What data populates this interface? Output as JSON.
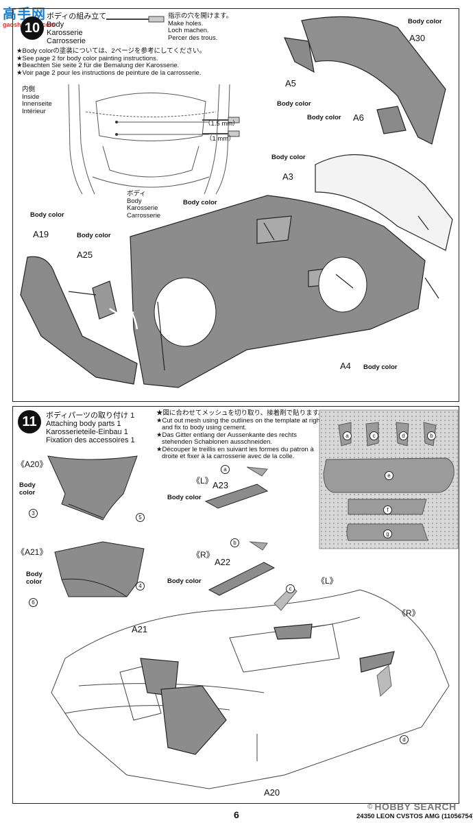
{
  "watermark_top": {
    "chars": "高手网",
    "sub": "gaoshouweb.com"
  },
  "step10": {
    "number": "10",
    "title_lines": [
      "ボディの組み立て",
      "Body",
      "Karosserie",
      "Carrosserie"
    ],
    "holes_lines": [
      "指示の穴を開けます。",
      "Make holes.",
      "Loch machen.",
      "Percer des trous."
    ],
    "notes": [
      "★Body colorの塗装については、2ページを参考にしてください。",
      "★See page 2 for body color painting instructions.",
      "★Beachten Sie seite 2 für die Bemalung der Karosserie.",
      "★Voir page 2 pour les instructions de peinture de la carrosserie."
    ],
    "inside_lines": [
      "内側",
      "Inside",
      "Innenseite",
      "Intérieur"
    ],
    "drill_1_5": "（1.5 mm）",
    "drill_1": "（1 mm）",
    "body_lines": [
      "ボディ",
      "Body",
      "Karosserie",
      "Carrosserie"
    ],
    "body_color": "Body color",
    "parts": {
      "a30": "A30",
      "a5": "A5",
      "a6": "A6",
      "a3": "A3",
      "a19": "A19",
      "a25": "A25",
      "a4": "A4"
    }
  },
  "step11": {
    "number": "11",
    "title_lines": [
      "ボディパーツの取り付け 1",
      "Attaching body parts 1",
      "Karosserieteile-Einbau 1",
      "Fixation des accessoires 1"
    ],
    "notes": [
      "★図に合わせてメッシュを切り取り、接着剤で貼ります。",
      "★Cut out mesh using the outlines on the template at right",
      "and fix to body using cement.",
      "★Das Gitter entlang der Aussenkante des rechts",
      "stehenden Schablonen ausschneiden.",
      "★Découper le treillis en suivant les formes du patron à",
      "droite et fixer à la carrosserie avec de la colle."
    ],
    "a20_label": "《A20》",
    "a21_label": "《A21》",
    "left_label": "《L》",
    "right_label": "《R》",
    "body_color": "Body color",
    "body_lines2": [
      "Body",
      "color"
    ],
    "parts": {
      "a23": "A23",
      "a22": "A22",
      "a21": "A21",
      "a20": "A20"
    },
    "nums": [
      "3",
      "5",
      "4",
      "6"
    ],
    "mesh_letters": [
      "a",
      "b",
      "c",
      "d",
      "e",
      "f",
      "g"
    ]
  },
  "footer": {
    "page": "6",
    "code": "24350  LEON CVSTOS AMG (11056754)",
    "hobby_logo": "HOBBY SEARCH",
    "copyright": "©"
  }
}
